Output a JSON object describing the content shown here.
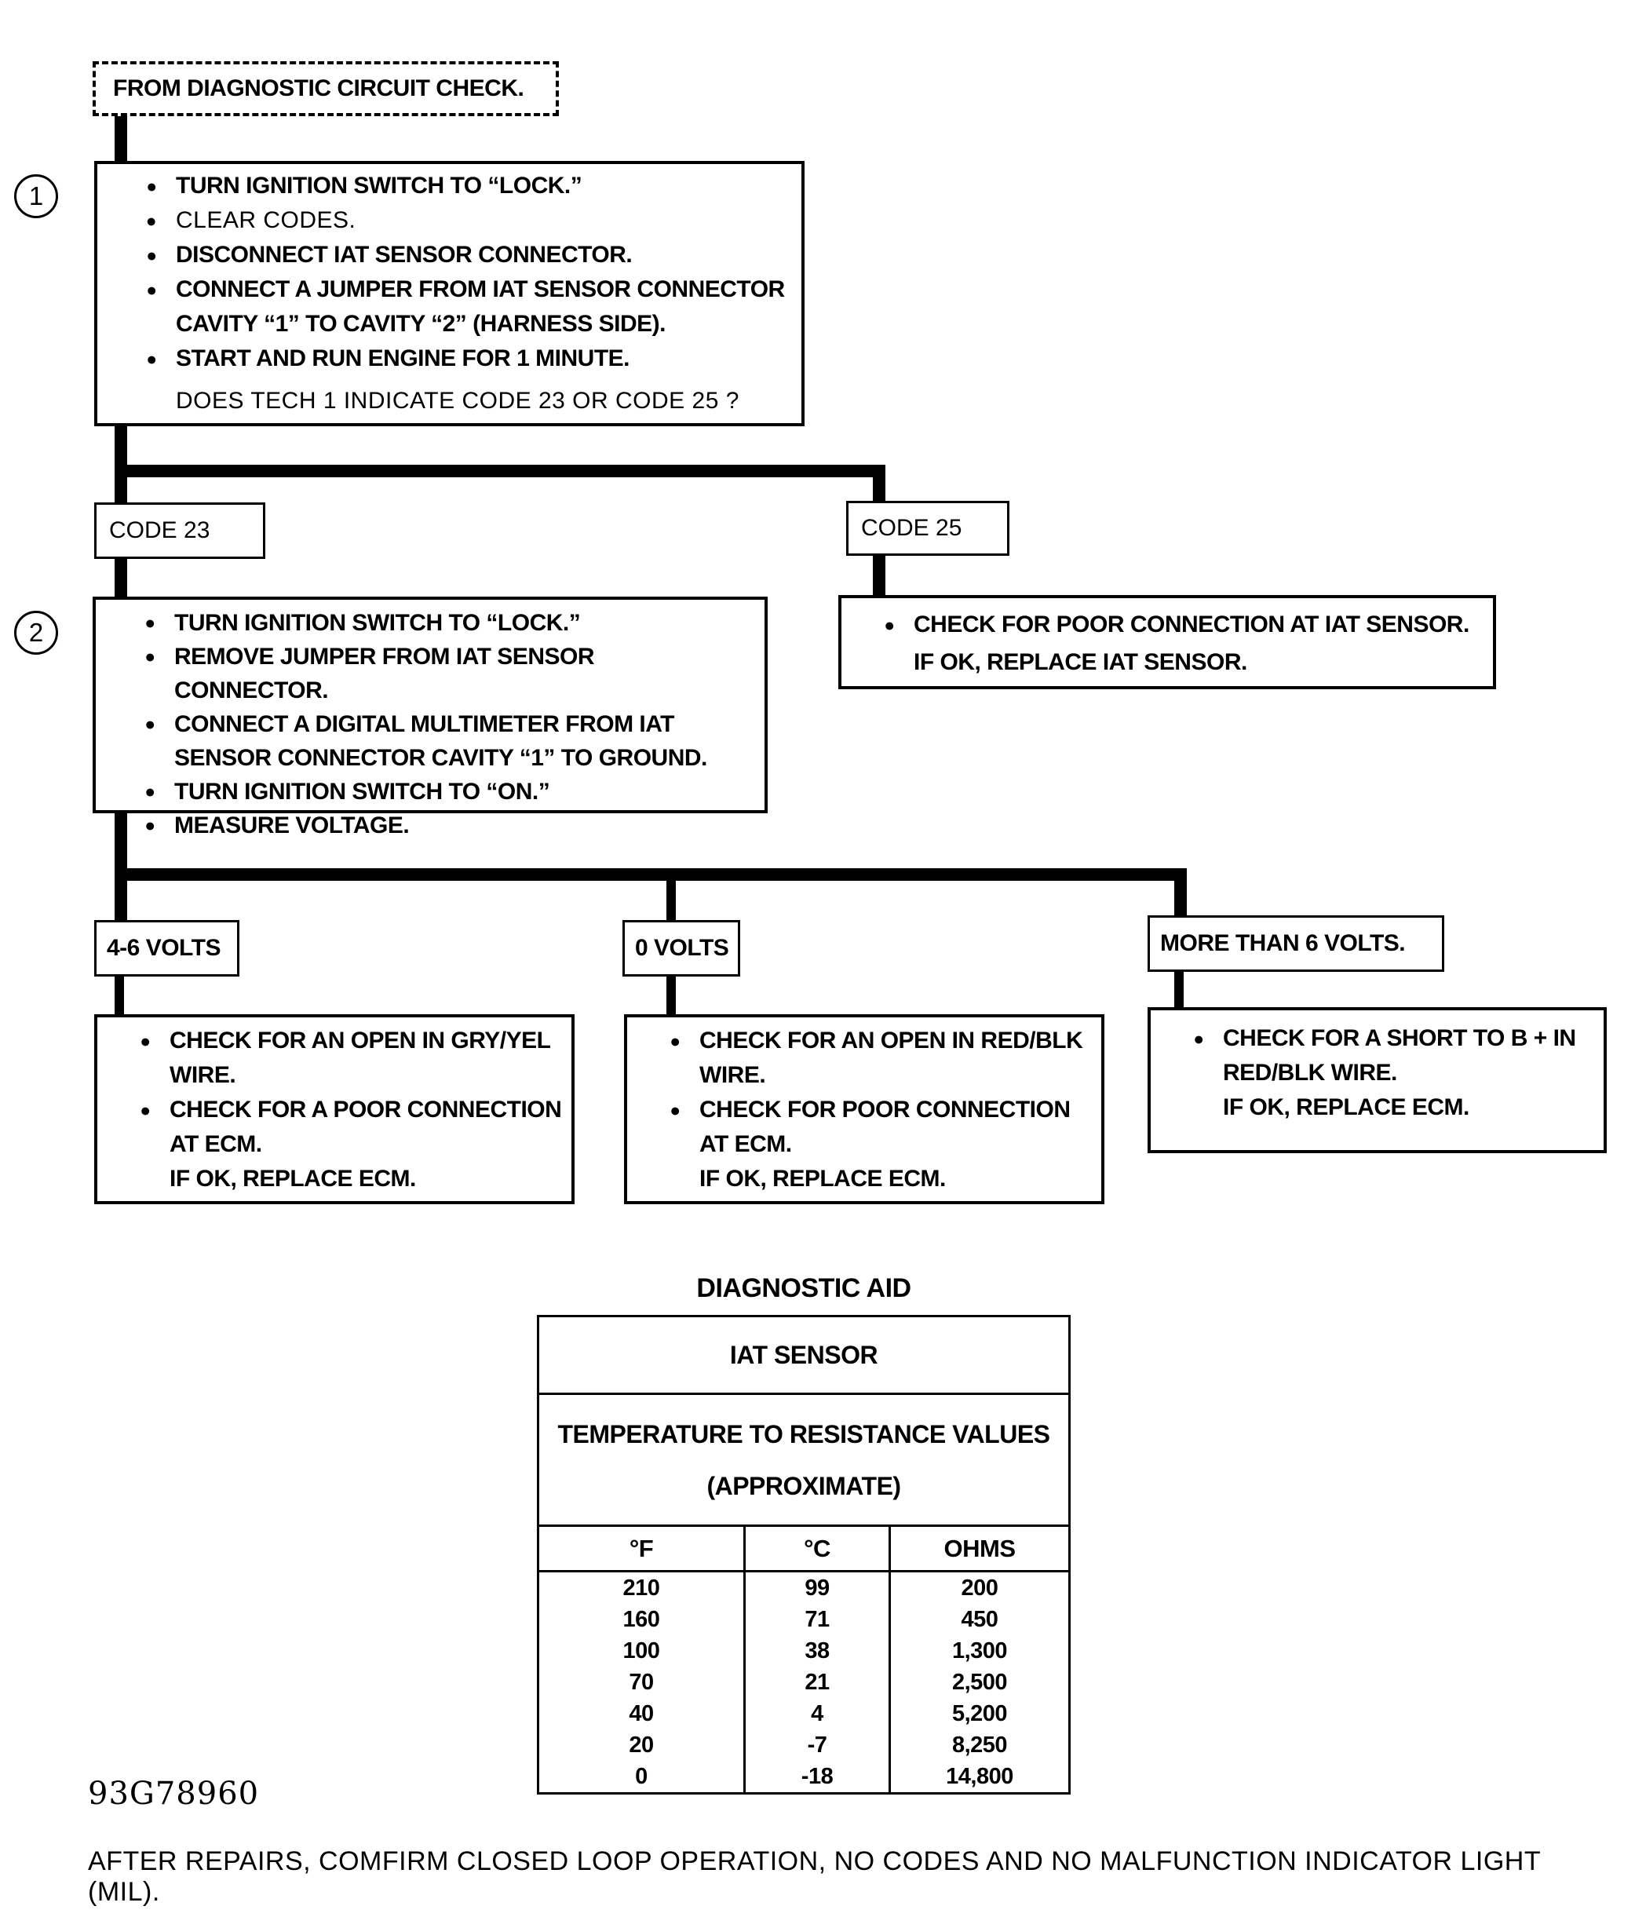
{
  "page": {
    "background": "#ffffff",
    "ink": "#000000"
  },
  "flowchart": {
    "start": {
      "label": "FROM DIAGNOSTIC CIRCUIT CHECK."
    },
    "step1": {
      "number": "1",
      "bullets": [
        {
          "bullet": true,
          "lines": [
            "TURN IGNITION SWITCH TO “LOCK.”"
          ]
        },
        {
          "bullet": true,
          "light": true,
          "lines": [
            "CLEAR CODES."
          ]
        },
        {
          "bullet": true,
          "lines": [
            "DISCONNECT IAT SENSOR CONNECTOR."
          ]
        },
        {
          "bullet": true,
          "lines": [
            "CONNECT A JUMPER FROM IAT SENSOR CONNECTOR",
            "CAVITY “1” TO CAVITY “2” (HARNESS SIDE)."
          ]
        },
        {
          "bullet": true,
          "lines": [
            "START AND RUN ENGINE FOR 1 MINUTE."
          ]
        },
        {
          "bullet": false,
          "light": true,
          "gap": true,
          "lines": [
            "DOES TECH 1 INDICATE CODE 23 OR CODE 25 ?"
          ]
        }
      ]
    },
    "code23": {
      "label": "CODE 23"
    },
    "code25": {
      "label": "CODE 25"
    },
    "step2": {
      "number": "2",
      "bullets": [
        {
          "bullet": true,
          "lines": [
            "TURN IGNITION SWITCH TO “LOCK.”"
          ]
        },
        {
          "bullet": true,
          "lines": [
            "REMOVE JUMPER FROM IAT SENSOR CONNECTOR."
          ]
        },
        {
          "bullet": true,
          "lines": [
            "CONNECT A DIGITAL MULTIMETER FROM IAT",
            "SENSOR CONNECTOR CAVITY “1” TO GROUND."
          ]
        },
        {
          "bullet": true,
          "lines": [
            "TURN IGNITION SWITCH TO “ON.”"
          ]
        },
        {
          "bullet": true,
          "lines": [
            "MEASURE VOLTAGE."
          ]
        }
      ]
    },
    "code25_action": {
      "bullets": [
        {
          "bullet": true,
          "lines": [
            "CHECK FOR POOR CONNECTION AT IAT SENSOR.",
            "IF OK, REPLACE IAT SENSOR."
          ]
        }
      ]
    },
    "volt_46": {
      "label": "4-6 VOLTS"
    },
    "volt_0": {
      "label": "0 VOLTS"
    },
    "volt_over6": {
      "label": "MORE THAN 6 VOLTS."
    },
    "action_46": {
      "bullets": [
        {
          "bullet": true,
          "lines": [
            "CHECK FOR AN OPEN IN GRY/YEL",
            "WIRE."
          ]
        },
        {
          "bullet": true,
          "lines": [
            "CHECK FOR A POOR CONNECTION",
            "AT ECM.",
            "IF OK, REPLACE ECM."
          ]
        }
      ]
    },
    "action_0": {
      "bullets": [
        {
          "bullet": true,
          "lines": [
            "CHECK FOR AN OPEN IN RED/BLK",
            "WIRE."
          ]
        },
        {
          "bullet": true,
          "lines": [
            "CHECK FOR POOR CONNECTION",
            "AT ECM.",
            "IF OK, REPLACE ECM."
          ]
        }
      ]
    },
    "action_over6": {
      "bullets": [
        {
          "bullet": true,
          "lines": [
            "CHECK FOR A SHORT TO B + IN",
            "RED/BLK WIRE.",
            "IF OK, REPLACE ECM."
          ]
        }
      ]
    }
  },
  "diagnostic_aid": {
    "title": "DIAGNOSTIC AID",
    "table": {
      "title": "IAT SENSOR",
      "subtitle_line1": "TEMPERATURE TO RESISTANCE VALUES",
      "subtitle_line2": "(APPROXIMATE)",
      "headers": [
        "°F",
        "°C",
        "OHMS"
      ],
      "rows": [
        [
          "210",
          "99",
          "200"
        ],
        [
          "160",
          "71",
          "450"
        ],
        [
          "100",
          "38",
          "1,300"
        ],
        [
          "70",
          "21",
          "2,500"
        ],
        [
          "40",
          "4",
          "5,200"
        ],
        [
          "20",
          "-7",
          "8,250"
        ],
        [
          "0",
          "-18",
          "14,800"
        ]
      ]
    }
  },
  "footer": {
    "figure_number": "93G78960",
    "note": "AFTER REPAIRS, COMFIRM CLOSED LOOP OPERATION, NO CODES AND NO MALFUNCTION INDICATOR LIGHT (MIL)."
  }
}
